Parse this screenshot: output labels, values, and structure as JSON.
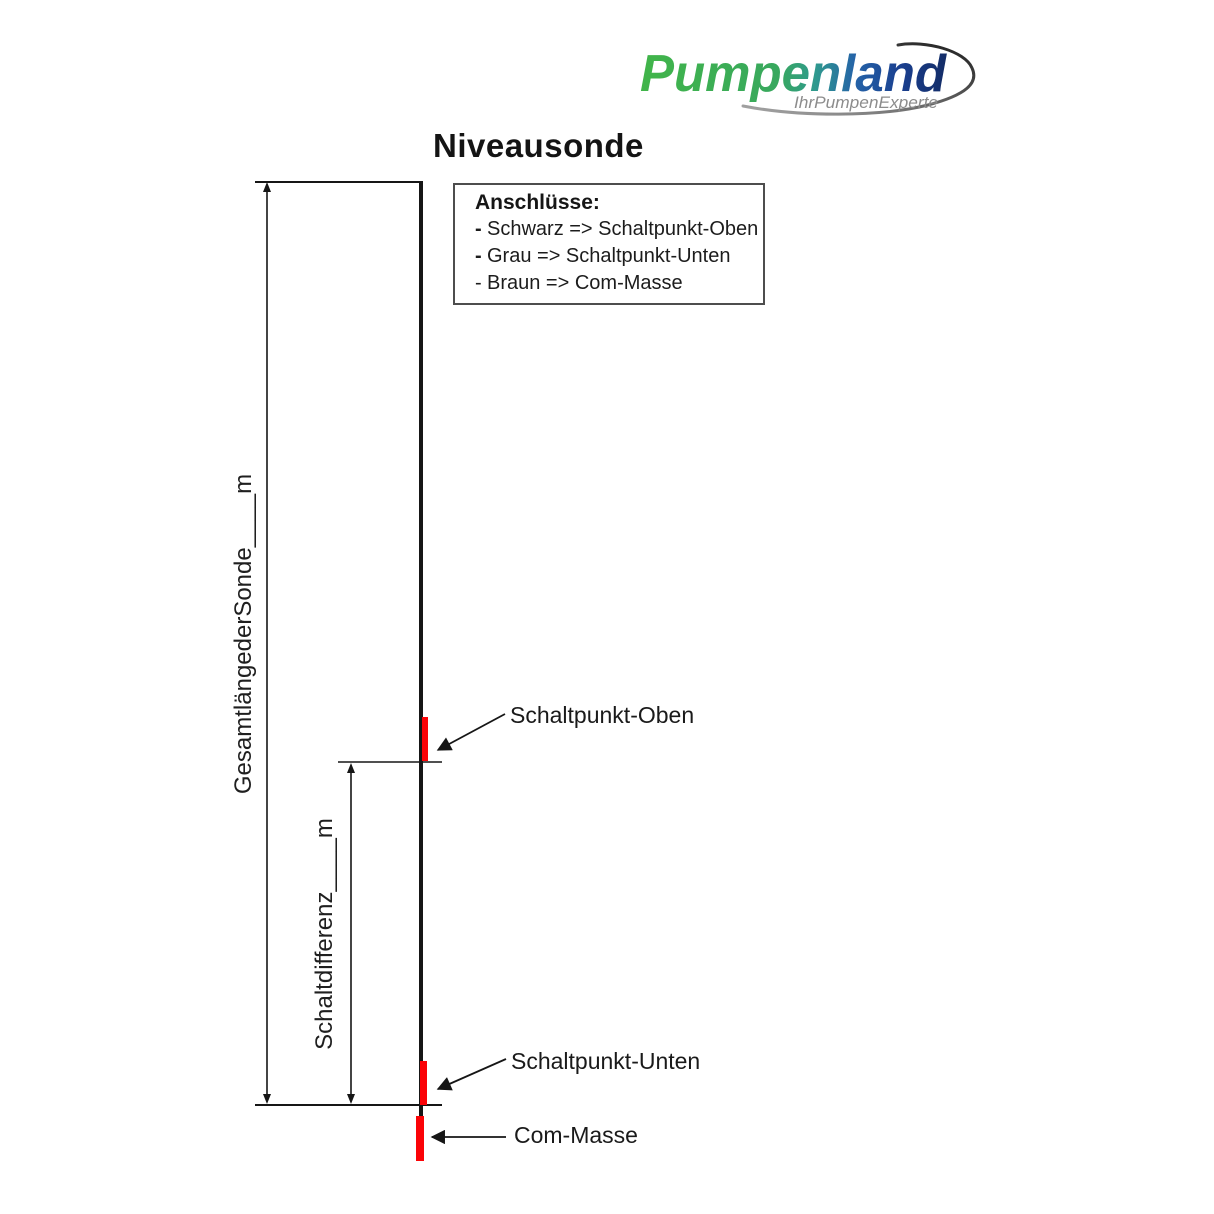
{
  "logo": {
    "brand": "Pumpenland",
    "tagline": "IhrPumpenExperte",
    "colors": {
      "green": "#41b549",
      "teal": "#2f9a8e",
      "blue": "#15306b",
      "tagline_gray": "#8c8c8c"
    }
  },
  "title": "Niveausonde",
  "legend": {
    "title": "Anschlüsse:",
    "items": [
      {
        "bullet": "-",
        "text": "Schwarz => Schaltpunkt-Oben"
      },
      {
        "bullet": "-",
        "text": "Grau => Schaltpunkt-Unten"
      },
      {
        "bullet": "-",
        "text": "Braun => Com-Masse"
      }
    ]
  },
  "diagram": {
    "dimension_labels": {
      "total_length": "GesamtlängederSonde____m",
      "switch_difference": "Schaltdifferenz____m"
    },
    "point_labels": {
      "upper": "Schaltpunkt-Oben",
      "lower": "Schaltpunkt-Unten",
      "com": "Com-Masse"
    },
    "colors": {
      "line": "#161616",
      "mark_red": "#fb0307"
    }
  }
}
